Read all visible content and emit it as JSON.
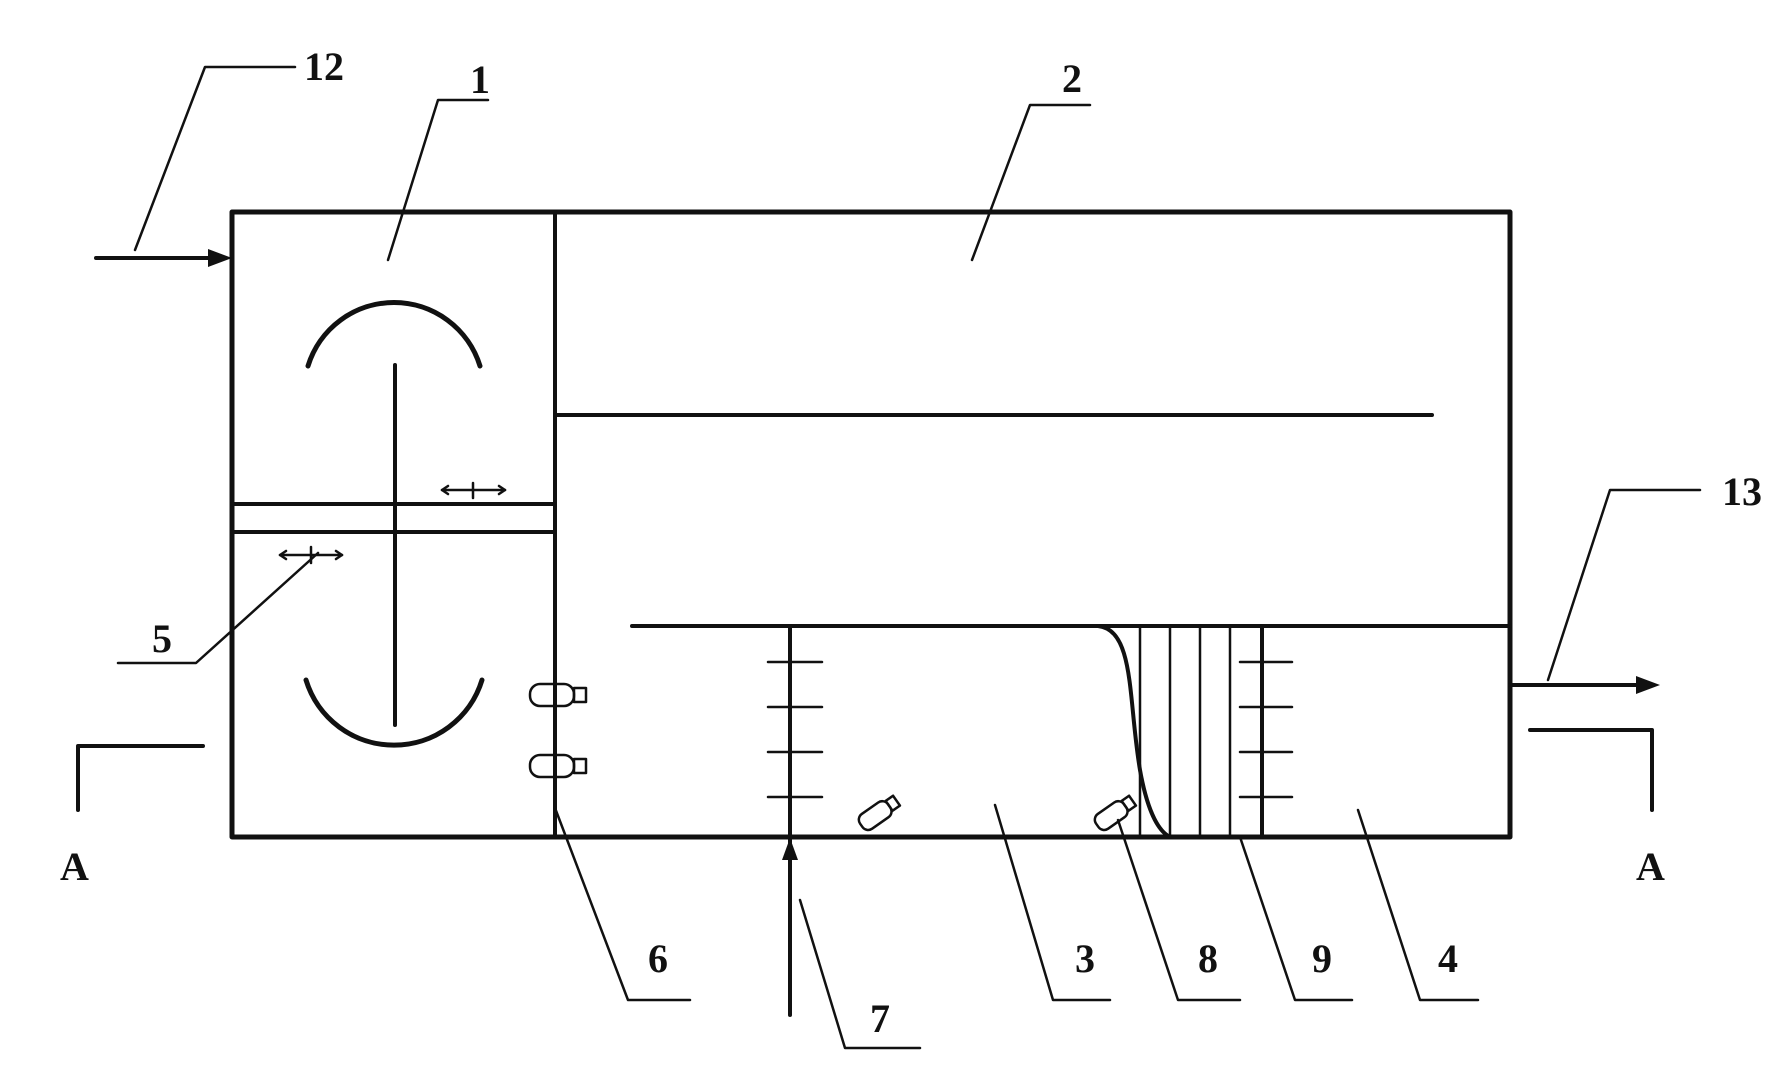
{
  "labels": {
    "l1": "1",
    "l2": "2",
    "l3": "3",
    "l4": "4",
    "l5": "5",
    "l6": "6",
    "l7": "7",
    "l8": "8",
    "l9": "9",
    "l12": "12",
    "l13": "13",
    "section_left": "A",
    "section_right": "A"
  }
}
